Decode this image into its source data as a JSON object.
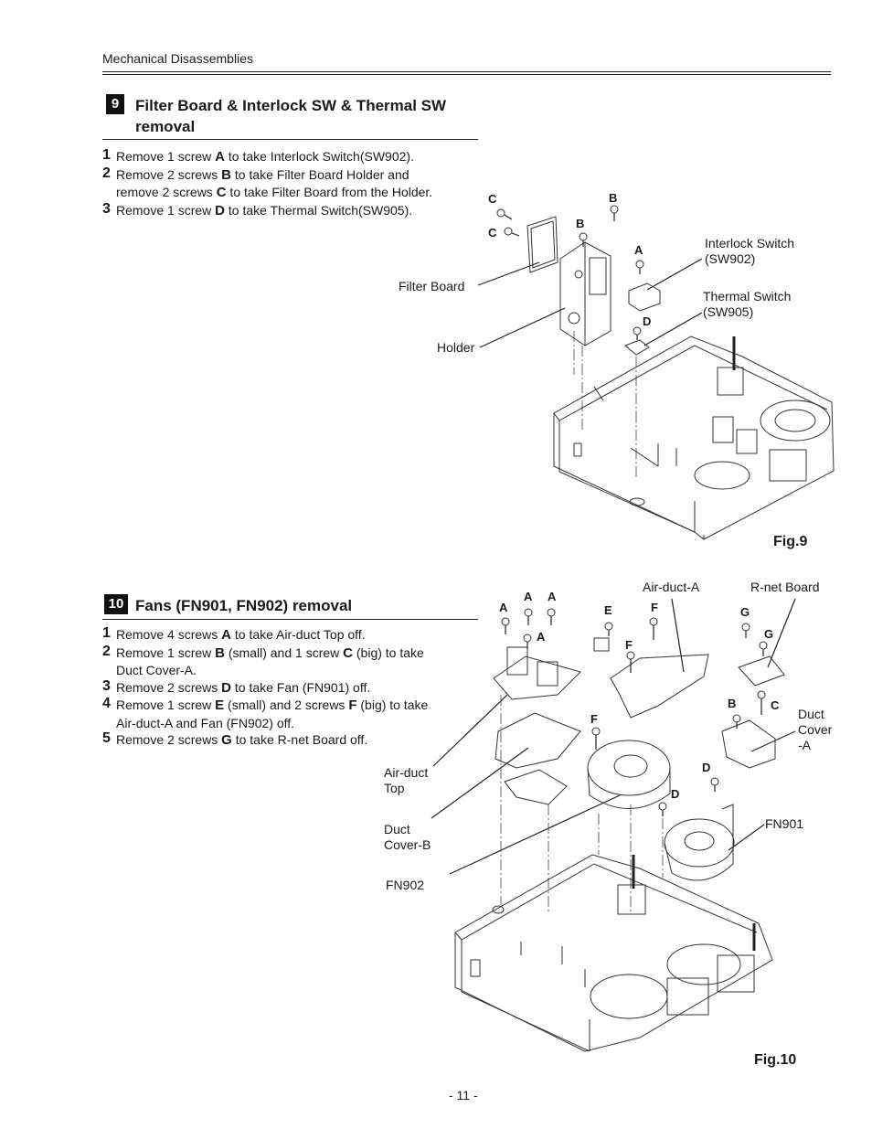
{
  "header": {
    "title": "Mechanical Disassemblies"
  },
  "section9": {
    "number": "9",
    "title_line1": "Filter Board & Interlock SW & Thermal SW",
    "title_line2": "removal",
    "steps": [
      {
        "num": "1",
        "t1": "Remove 1 screw ",
        "b1": "A",
        "t2": " to take Interlock Switch(SW902)."
      },
      {
        "num": "2",
        "t1": "Remove 2 screws ",
        "b1": "B",
        "t2": " to take Filter Board Holder and",
        "t3": "remove 2 screws ",
        "b2": "C",
        "t4": " to take Filter Board from the Holder."
      },
      {
        "num": "3",
        "t1": "Remove 1 screw ",
        "b1": "D",
        "t2": " to take Thermal Switch(SW905)."
      }
    ]
  },
  "fig9": {
    "caption": "Fig.9",
    "labels": {
      "filter_board": "Filter Board",
      "holder": "Holder",
      "interlock_1": "Interlock Switch",
      "interlock_2": "(SW902)",
      "thermal_1": "Thermal Switch",
      "thermal_2": "(SW905)"
    },
    "screw_letters": {
      "c1": "C",
      "c2": "C",
      "b1": "B",
      "b2": "B",
      "a": "A",
      "d": "D"
    }
  },
  "section10": {
    "number": "10",
    "title": "Fans (FN901, FN902) removal",
    "steps": [
      {
        "num": "1",
        "t1": "Remove 4 screws ",
        "b1": "A",
        "t2": " to take Air-duct Top off."
      },
      {
        "num": "2",
        "t1": "Remove 1 screw ",
        "b1": "B",
        "t2": " (small) and 1 screw ",
        "b2": "C",
        "t3": " (big) to take",
        "t4": "Duct Cover-A."
      },
      {
        "num": "3",
        "t1": "Remove 2 screws ",
        "b1": "D",
        "t2": " to take Fan (FN901) off."
      },
      {
        "num": "4",
        "t1": "Remove 1 screw ",
        "b1": "E",
        "t2": " (small) and 2 screws ",
        "b2": "F",
        "t3": " (big) to take",
        "t4": "Air-duct-A and Fan (FN902) off."
      },
      {
        "num": "5",
        "t1": "Remove 2 screws ",
        "b1": "G",
        "t2": " to take R-net Board off."
      }
    ]
  },
  "fig10": {
    "caption": "Fig.10",
    "labels": {
      "air_duct_a": "Air-duct-A",
      "rnet_board": "R-net Board",
      "duct_cover_a_1": "Duct",
      "duct_cover_a_2": "Cover",
      "duct_cover_a_3": "-A",
      "air_duct_top_1": "Air-duct",
      "air_duct_top_2": "Top",
      "duct_cover_b_1": "Duct",
      "duct_cover_b_2": "Cover-B",
      "fn902": "FN902",
      "fn901": "FN901"
    },
    "screw_letters": {
      "a1": "A",
      "a2": "A",
      "a3": "A",
      "a4": "A",
      "e": "E",
      "f1": "F",
      "f2": "F",
      "f3": "F",
      "g1": "G",
      "g2": "G",
      "b": "B",
      "c": "C",
      "d1": "D",
      "d2": "D"
    }
  },
  "footer": {
    "page": "- 11 -"
  }
}
